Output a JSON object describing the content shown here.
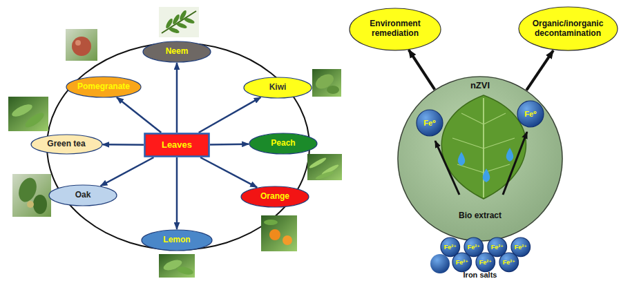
{
  "diagram": {
    "nodes": [
      {
        "text": [
          "Neem"
        ]
      },
      {
        "text": [
          "Pomegranate"
        ]
      },
      {
        "text": [
          "Kiwi"
        ]
      },
      {
        "text": [
          "Green tea"
        ]
      },
      {
        "text": [
          "Leaves"
        ]
      },
      {
        "text": [
          "Peach"
        ]
      },
      {
        "text": [
          "Oak"
        ]
      },
      {
        "text": [
          "Orange"
        ]
      },
      {
        "text": [
          "Lemon"
        ]
      },
      {
        "text": [
          "Environment remediation"
        ]
      },
      {
        "text": [
          "Organic/inorganic decontamination"
        ]
      },
      {
        "text": [
          "nZVI",
          "Bio extract"
        ]
      },
      {
        "text": [
          "Fe⁰"
        ],
        "in": 11
      },
      {
        "text": [
          "Fe⁰"
        ],
        "in": 11
      },
      {
        "text": [
          "Fe²⁺"
        ]
      },
      {
        "text": [
          "Fe²⁺"
        ]
      },
      {
        "text": [
          "Fe²⁺"
        ]
      },
      {
        "text": [
          "Fe²⁺"
        ]
      },
      {
        "text": [
          "Fe²⁺"
        ]
      },
      {
        "text": [
          "Fe²⁺"
        ]
      },
      {
        "text": [
          "Fe²⁺"
        ]
      }
    ],
    "edges": [
      {
        "from": 4,
        "to": 0,
        "arrow": "to"
      },
      {
        "from": 4,
        "to": 2,
        "arrow": "to"
      },
      {
        "from": 4,
        "to": 5,
        "arrow": "to"
      },
      {
        "from": 4,
        "to": 7,
        "arrow": "to"
      },
      {
        "from": 4,
        "to": 8,
        "arrow": "to"
      },
      {
        "from": 4,
        "to": 6,
        "arrow": "to"
      },
      {
        "from": 4,
        "to": 3,
        "arrow": "to"
      },
      {
        "from": 4,
        "to": 1,
        "arrow": "to"
      },
      {
        "from": 11,
        "to": 9,
        "arrow": "to"
      },
      {
        "from": 11,
        "to": 10,
        "arrow": "to"
      }
    ],
    "labels": [
      "Iron salts"
    ]
  }
}
